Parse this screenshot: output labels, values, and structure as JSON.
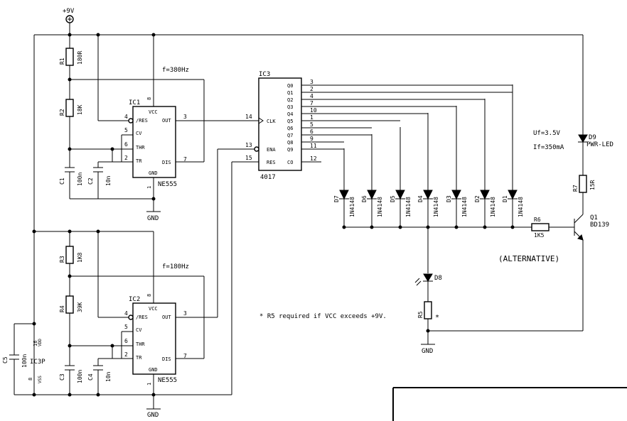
{
  "supply": {
    "label": "+9V"
  },
  "ic1": {
    "name": "IC1",
    "part": "NE555",
    "freq": "f=380Hz",
    "pins": {
      "vcc": "VCC",
      "res": "/RES",
      "cv": "CV",
      "thr": "THR",
      "tr": "TR",
      "gnd": "GND",
      "out": "OUT",
      "dis": "DIS"
    },
    "pin_numbers": {
      "vcc": "8",
      "res": "4",
      "cv": "5",
      "thr": "6",
      "tr": "2",
      "gnd": "1",
      "out": "3",
      "dis": "7"
    },
    "gnd_label": "GND"
  },
  "ic2": {
    "name": "IC2",
    "part": "NE555",
    "freq": "f=180Hz",
    "pins": {
      "vcc": "VCC",
      "res": "/RES",
      "cv": "CV",
      "thr": "THR",
      "tr": "TR",
      "gnd": "GND",
      "out": "OUT",
      "dis": "DIS"
    },
    "pin_numbers": {
      "vcc": "8",
      "res": "4",
      "cv": "5",
      "thr": "6",
      "tr": "2",
      "gnd": "1",
      "out": "3",
      "dis": "7"
    },
    "gnd_label": "GND"
  },
  "ic3": {
    "name": "IC3",
    "part": "4017",
    "left_pins": [
      {
        "label": "CLK",
        "num": "14"
      },
      {
        "label": "ENA",
        "num": "13"
      },
      {
        "label": "RES",
        "num": "15"
      }
    ],
    "right_pins": [
      {
        "label": "Q0",
        "num": "3"
      },
      {
        "label": "Q1",
        "num": "2"
      },
      {
        "label": "Q2",
        "num": "4"
      },
      {
        "label": "Q3",
        "num": "7"
      },
      {
        "label": "Q4",
        "num": "10"
      },
      {
        "label": "Q5",
        "num": "1"
      },
      {
        "label": "Q6",
        "num": "5"
      },
      {
        "label": "Q7",
        "num": "6"
      },
      {
        "label": "Q8",
        "num": "9"
      },
      {
        "label": "Q9",
        "num": "11"
      },
      {
        "label": "CO",
        "num": "12"
      }
    ]
  },
  "ic3p": {
    "name": "IC3P",
    "vdd": "VDD",
    "vss": "VSS",
    "vdd_num": "16",
    "vss_num": "8"
  },
  "resistors": {
    "r1": {
      "name": "R1",
      "value": "180R"
    },
    "r2": {
      "name": "R2",
      "value": "18K"
    },
    "r3": {
      "name": "R3",
      "value": "1K8"
    },
    "r4": {
      "name": "R4",
      "value": "39K"
    },
    "r5": {
      "name": "R5",
      "value": "*"
    },
    "r6": {
      "name": "R6",
      "value": "1K5"
    },
    "r7": {
      "name": "R7",
      "value": "15R"
    }
  },
  "capacitors": {
    "c1": {
      "name": "C1",
      "value": "100n"
    },
    "c2": {
      "name": "C2",
      "value": "10n"
    },
    "c3": {
      "name": "C3",
      "value": "100n"
    },
    "c4": {
      "name": "C4",
      "value": "10n"
    },
    "c5": {
      "name": "C5",
      "value": "100n"
    }
  },
  "diodes": [
    {
      "name": "D7",
      "value": "1N4148"
    },
    {
      "name": "D6",
      "value": "1N4148"
    },
    {
      "name": "D5",
      "value": "1N4148"
    },
    {
      "name": "D4",
      "value": "1N4148"
    },
    {
      "name": "D3",
      "value": "1N4148"
    },
    {
      "name": "D2",
      "value": "1N4148"
    },
    {
      "name": "D1",
      "value": "1N4148"
    }
  ],
  "leds": {
    "d8": {
      "name": "D8"
    },
    "d9": {
      "name": "D9",
      "value": "PWR-LED"
    }
  },
  "transistor": {
    "name": "Q1",
    "part": "BD139"
  },
  "annotations": {
    "uf": "Uf=3.5V",
    "if": "If=350mA",
    "alternative": "(ALTERNATIVE)",
    "r5_note": "* R5 required if VCC exceeds +9V."
  },
  "gnd_labels": {
    "r5": "GND"
  }
}
